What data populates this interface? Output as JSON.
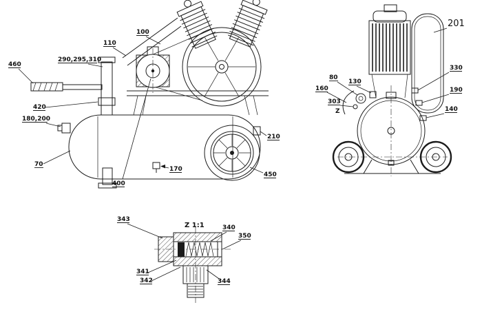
{
  "figure": {
    "description": "Technical parts diagram of a wheeled piston air compressor: side view, end view and valve detail",
    "detail_title": "Z 1:1"
  },
  "labels": {
    "p460": "460",
    "p290": "290,295,310",
    "p110": "110",
    "p100": "100",
    "p420": "420",
    "p180": "180,200",
    "p70": "70",
    "p400": "400",
    "p170": "170",
    "p450": "450",
    "p210": "210",
    "p201": "201",
    "p330": "330",
    "p190": "190",
    "p140": "140",
    "p80": "80",
    "p130": "130",
    "p160": "160",
    "p303": "303",
    "pZ": "Z",
    "p343": "343",
    "p340": "340",
    "p350": "350",
    "p341": "341",
    "p342": "342",
    "p344": "344"
  }
}
